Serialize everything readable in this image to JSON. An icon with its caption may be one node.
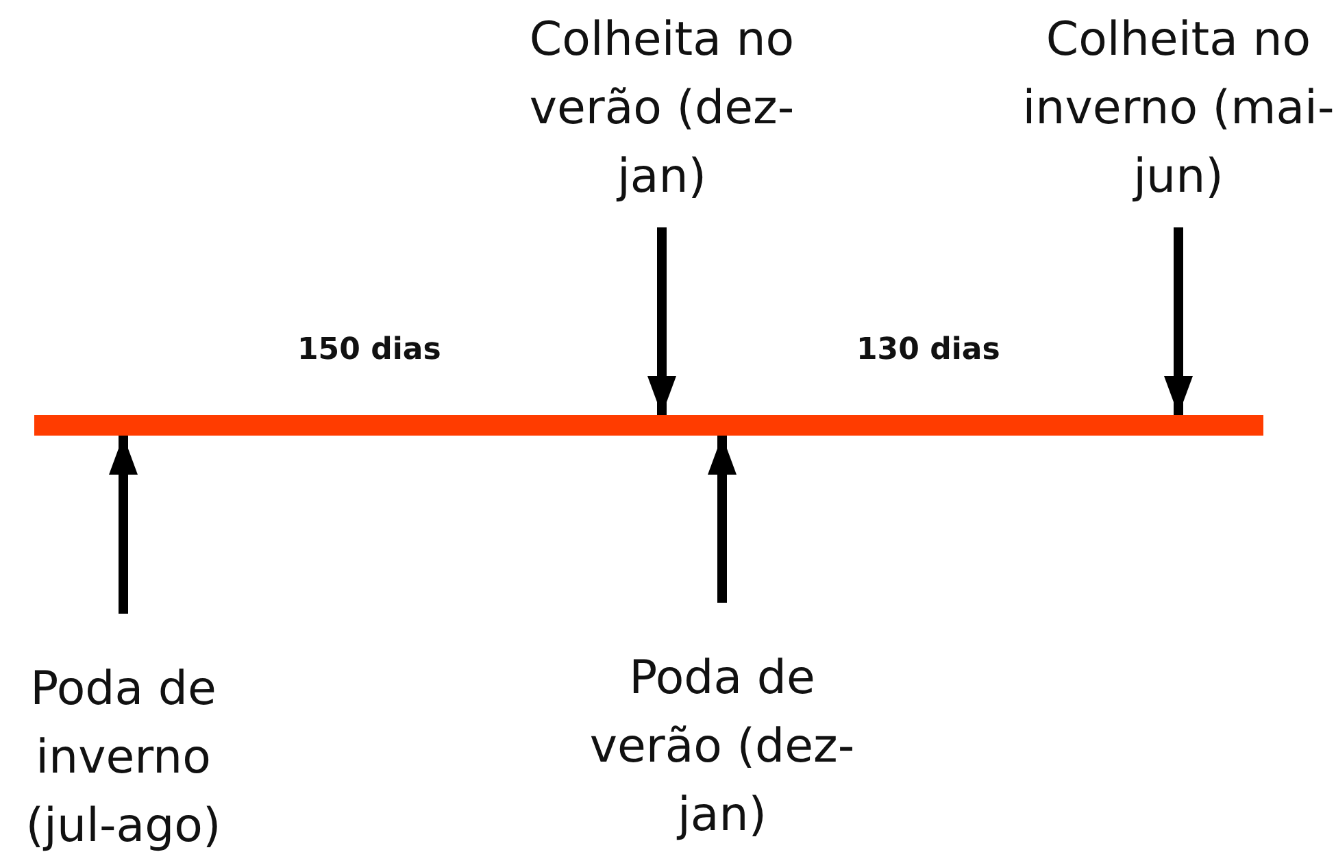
{
  "diagram": {
    "nodes": [
      {
        "text": [
          "Colheita no verão (dez-jan)"
        ]
      },
      {
        "text": [
          "Colheita no inverno (mai-jun)"
        ]
      },
      {
        "text": [],
        "shape": "bar"
      },
      {
        "text": [
          "Poda de inverno (jul-ago)"
        ]
      },
      {
        "text": [
          "Poda de verão (dez-jan)"
        ]
      }
    ],
    "edges": [
      {
        "from": 0,
        "to": 2,
        "arrow": "to"
      },
      {
        "from": 1,
        "to": 2,
        "arrow": "to"
      },
      {
        "from": 3,
        "to": 2,
        "arrow": "to"
      },
      {
        "from": 4,
        "to": 2,
        "arrow": "to"
      }
    ],
    "labels": [
      "150 dias",
      "130 dias"
    ]
  }
}
